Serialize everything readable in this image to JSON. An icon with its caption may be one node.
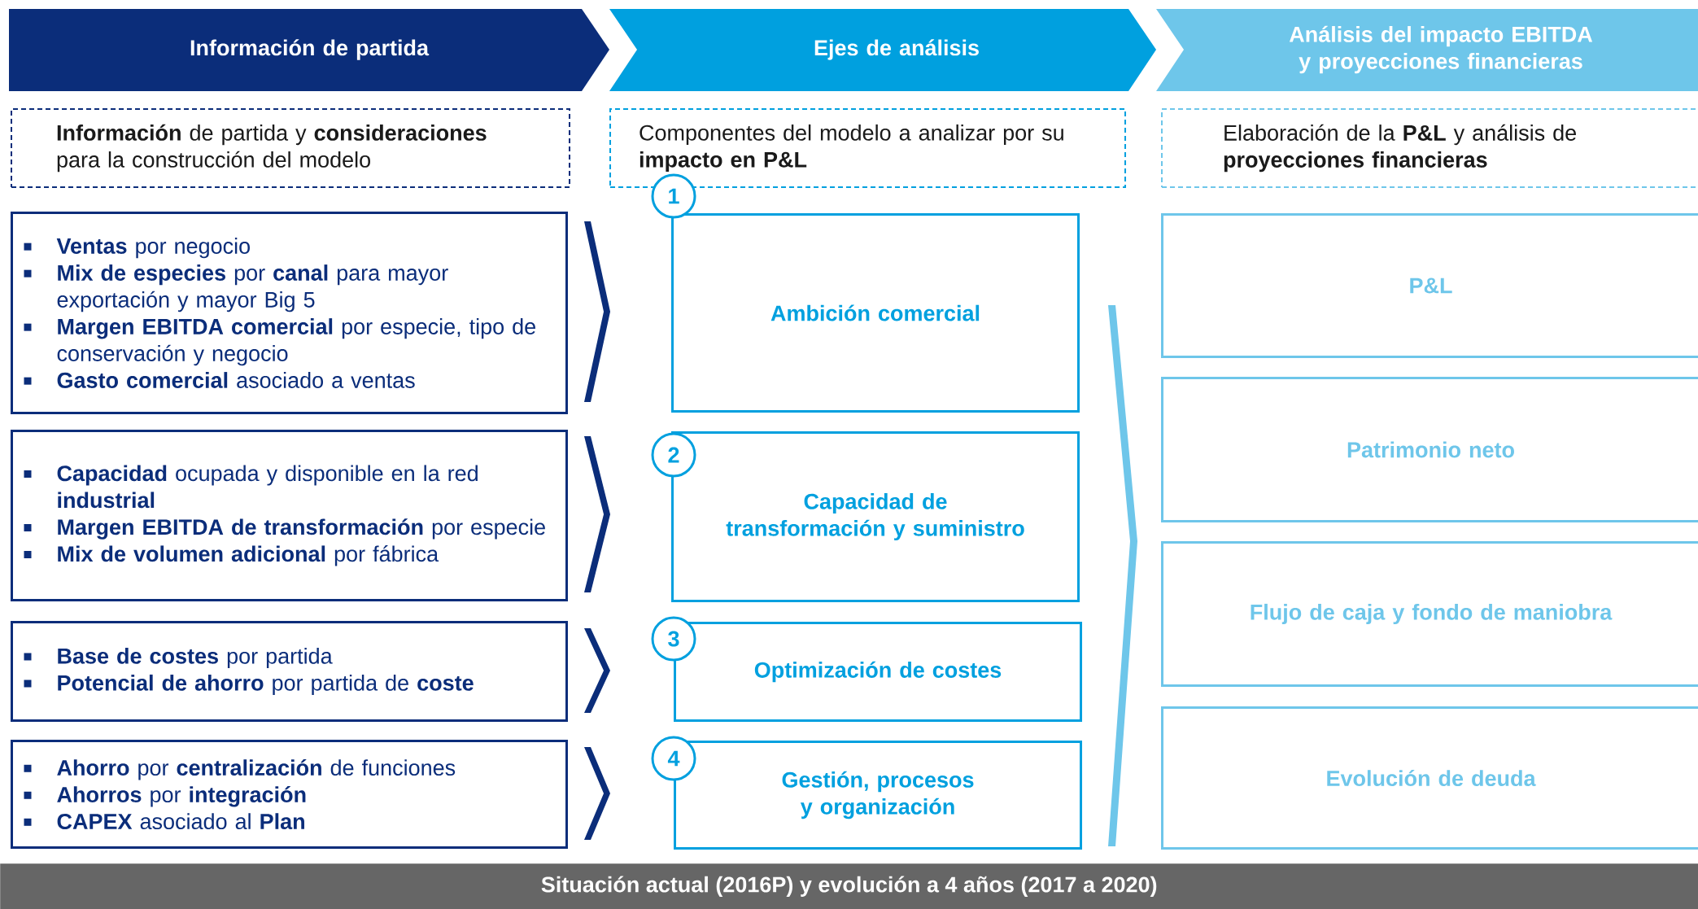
{
  "diagram": {
    "nodes": [
      {
        "text": [
          "Información de partida"
        ]
      },
      {
        "text": [
          "Ejes de análisis"
        ]
      },
      {
        "text": [
          "Análisis del impacto EBITDA y proyecciones financieras"
        ]
      },
      {
        "text": [
          "**Información** de partida y **consideraciones** para la construcción del modelo"
        ]
      },
      {
        "text": [
          "Componentes del modelo a analizar por su **impacto en P&L**"
        ]
      },
      {
        "text": [
          "Elaboración de la **P&L** y análisis de **proyecciones financieras**"
        ]
      },
      {
        "text": [
          "**Ventas** por negocio",
          "**Mix de especies** por **canal** para mayor exportación y mayor Big 5",
          "**Margen EBITDA comercial** por especie, tipo de conservación y negocio",
          "**Gasto comercial** asociado a ventas"
        ]
      },
      {
        "text": [
          "**Capacidad** ocupada y disponible en la red **industrial**",
          "**Margen EBITDA de transformación** por especie",
          "**Mix de volumen adicional** por fábrica"
        ]
      },
      {
        "text": [
          "**Base de costes** por partida",
          "**Potencial de ahorro** por partida de **coste**"
        ]
      },
      {
        "text": [
          "**Ahorro** por **centralización** de funciones",
          "**Ahorros** por **integración**",
          "**CAPEX** asociado al **Plan**"
        ]
      },
      {
        "text": [
          "1"
        ]
      },
      {
        "text": [
          "Ambición comercial"
        ]
      },
      {
        "text": [
          "2"
        ]
      },
      {
        "text": [
          "Capacidad de transformación y suministro"
        ]
      },
      {
        "text": [
          "3"
        ]
      },
      {
        "text": [
          "Optimización de costes"
        ]
      },
      {
        "text": [
          "4"
        ]
      },
      {
        "text": [
          "Gestión, procesos y organización"
        ]
      },
      {
        "text": [
          "P&L"
        ]
      },
      {
        "text": [
          "Patrimonio neto"
        ]
      },
      {
        "text": [
          "Flujo de caja y fondo de maniobra"
        ]
      },
      {
        "text": [
          "Evolución de deuda"
        ]
      },
      {
        "text": [
          "Situación actual (2016P) y evolución a 4 años (2017 a 2020)"
        ]
      }
    ]
  }
}
